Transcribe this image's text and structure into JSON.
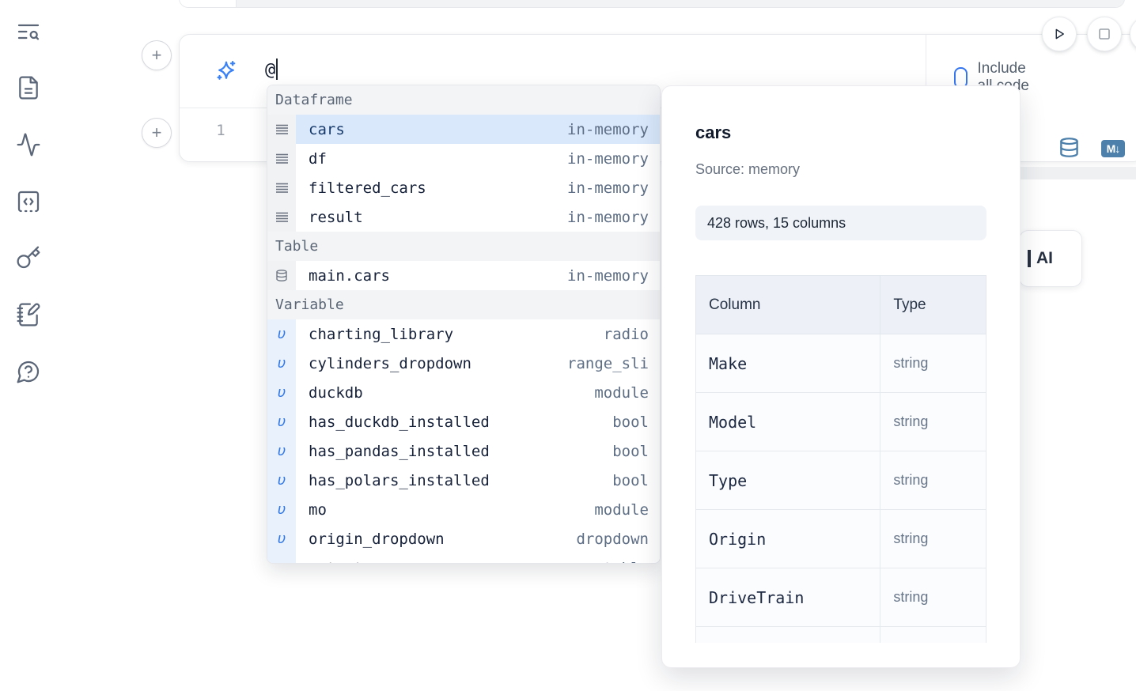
{
  "colors": {
    "accent_blue": "#3b82f6",
    "steel_blue": "#4d80ab",
    "icon_slate": "#5b6779",
    "selected_row_bg": "#d9e8fb",
    "section_header_bg": "#f3f4f6",
    "variable_gutter_bg": "#e9f1fc"
  },
  "sidebar": {
    "icons": [
      "list-search-icon",
      "file-document-icon",
      "activity-icon",
      "code-snippets-icon",
      "key-icon",
      "scratchpad-icon",
      "help-bubble-icon"
    ]
  },
  "cell": {
    "prompt": {
      "icon": "sparkles-icon",
      "value": "@"
    },
    "include_all_code_label": "Include all code",
    "line_number": "1",
    "markdown_badge": "M↓",
    "run_button_icon": "play-icon",
    "stop_button_icon": "stop-icon",
    "add_button_label": "+"
  },
  "ai_card": {
    "label": "AI"
  },
  "autocomplete": {
    "rows": [
      {
        "kind": "header",
        "name": "Dataframe"
      },
      {
        "kind": "dataframe",
        "name": "cars",
        "type": "in-memory",
        "selected": true
      },
      {
        "kind": "dataframe",
        "name": "df",
        "type": "in-memory"
      },
      {
        "kind": "dataframe",
        "name": "filtered_cars",
        "type": "in-memory"
      },
      {
        "kind": "dataframe",
        "name": "result",
        "type": "in-memory"
      },
      {
        "kind": "header",
        "name": "Table"
      },
      {
        "kind": "table",
        "name": "main.cars",
        "type": "in-memory"
      },
      {
        "kind": "header",
        "name": "Variable"
      },
      {
        "kind": "variable",
        "name": "charting_library",
        "type": "radio"
      },
      {
        "kind": "variable",
        "name": "cylinders_dropdown",
        "type": "range_sli"
      },
      {
        "kind": "variable",
        "name": "duckdb",
        "type": "module"
      },
      {
        "kind": "variable",
        "name": "has_duckdb_installed",
        "type": "bool"
      },
      {
        "kind": "variable",
        "name": "has_pandas_installed",
        "type": "bool"
      },
      {
        "kind": "variable",
        "name": "has_polars_installed",
        "type": "bool"
      },
      {
        "kind": "variable",
        "name": "mo",
        "type": "module"
      },
      {
        "kind": "variable",
        "name": "origin_dropdown",
        "type": "dropdown"
      },
      {
        "kind": "variable",
        "name": "output",
        "type": "table"
      }
    ]
  },
  "preview": {
    "title": "cars",
    "source": "Source: memory",
    "shape": "428 rows, 15 columns",
    "table": {
      "headers": [
        "Column",
        "Type"
      ],
      "rows": [
        {
          "column": "Make",
          "type": "string"
        },
        {
          "column": "Model",
          "type": "string"
        },
        {
          "column": "Type",
          "type": "string"
        },
        {
          "column": "Origin",
          "type": "string"
        },
        {
          "column": "DriveTrain",
          "type": "string"
        },
        {
          "column": "",
          "type": ""
        }
      ]
    }
  }
}
